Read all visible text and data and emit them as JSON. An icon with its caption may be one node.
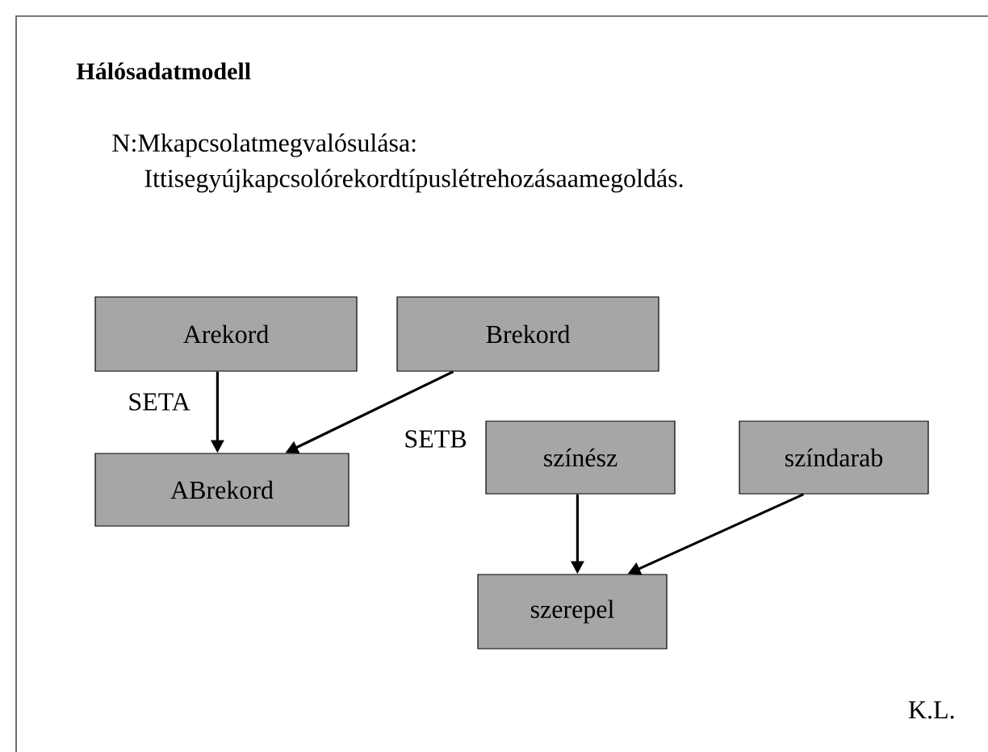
{
  "diagram": {
    "title": "Hálósadatmodell",
    "nodes": [
      {
        "text": [
          "Arekord"
        ]
      },
      {
        "text": [
          "Brekord"
        ]
      },
      {
        "text": [
          "ABrekord"
        ]
      },
      {
        "text": [
          "színész"
        ]
      },
      {
        "text": [
          "színdarab"
        ]
      },
      {
        "text": [
          "szerepel"
        ]
      }
    ],
    "edges": [
      {
        "from": 0,
        "to": 2,
        "arrow": "to",
        "label": "SETA"
      },
      {
        "from": 1,
        "to": 2,
        "arrow": "to",
        "label": "SETB"
      },
      {
        "from": 3,
        "to": 5,
        "arrow": "to"
      },
      {
        "from": 4,
        "to": 5,
        "arrow": "to"
      }
    ],
    "labels": [
      "N:Mkapcsolatmegvalósulása:",
      "Ittisegyújkapcsolórekordtípuslétrehozásaamegoldás.",
      "K.L."
    ]
  }
}
